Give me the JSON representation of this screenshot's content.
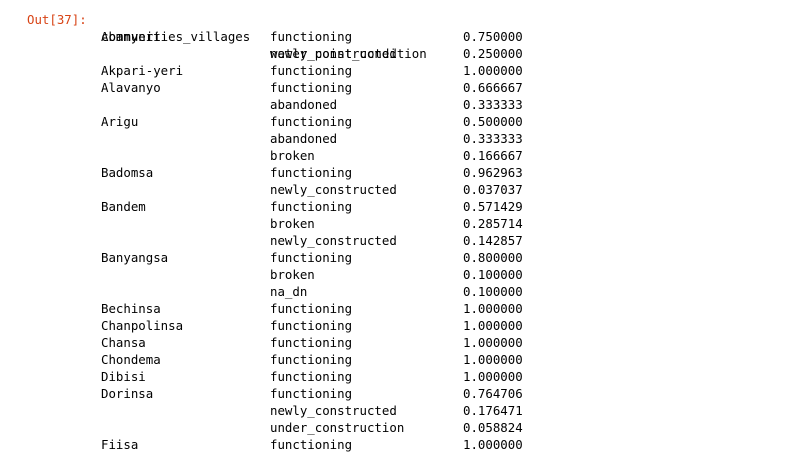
{
  "prompt": "Out[37]:",
  "index_names": [
    "communities_villages",
    "water_point_condition"
  ],
  "rows": [
    {
      "village": "Abanyeri",
      "condition": "functioning",
      "value": "0.750000"
    },
    {
      "village": "",
      "condition": "newly_constructed",
      "value": "0.250000"
    },
    {
      "village": "Akpari-yeri",
      "condition": "functioning",
      "value": "1.000000"
    },
    {
      "village": "Alavanyo",
      "condition": "functioning",
      "value": "0.666667"
    },
    {
      "village": "",
      "condition": "abandoned",
      "value": "0.333333"
    },
    {
      "village": "Arigu",
      "condition": "functioning",
      "value": "0.500000"
    },
    {
      "village": "",
      "condition": "abandoned",
      "value": "0.333333"
    },
    {
      "village": "",
      "condition": "broken",
      "value": "0.166667"
    },
    {
      "village": "Badomsa",
      "condition": "functioning",
      "value": "0.962963"
    },
    {
      "village": "",
      "condition": "newly_constructed",
      "value": "0.037037"
    },
    {
      "village": "Bandem",
      "condition": "functioning",
      "value": "0.571429"
    },
    {
      "village": "",
      "condition": "broken",
      "value": "0.285714"
    },
    {
      "village": "",
      "condition": "newly_constructed",
      "value": "0.142857"
    },
    {
      "village": "Banyangsa",
      "condition": "functioning",
      "value": "0.800000"
    },
    {
      "village": "",
      "condition": "broken",
      "value": "0.100000"
    },
    {
      "village": "",
      "condition": "na_dn",
      "value": "0.100000"
    },
    {
      "village": "Bechinsa",
      "condition": "functioning",
      "value": "1.000000"
    },
    {
      "village": "Chanpolinsa",
      "condition": "functioning",
      "value": "1.000000"
    },
    {
      "village": "Chansa",
      "condition": "functioning",
      "value": "1.000000"
    },
    {
      "village": "Chondema",
      "condition": "functioning",
      "value": "1.000000"
    },
    {
      "village": "Dibisi",
      "condition": "functioning",
      "value": "1.000000"
    },
    {
      "village": "Dorinsa",
      "condition": "functioning",
      "value": "0.764706"
    },
    {
      "village": "",
      "condition": "newly_constructed",
      "value": "0.176471"
    },
    {
      "village": "",
      "condition": "under_construction",
      "value": "0.058824"
    },
    {
      "village": "Fiisa",
      "condition": "functioning",
      "value": "1.000000"
    }
  ]
}
